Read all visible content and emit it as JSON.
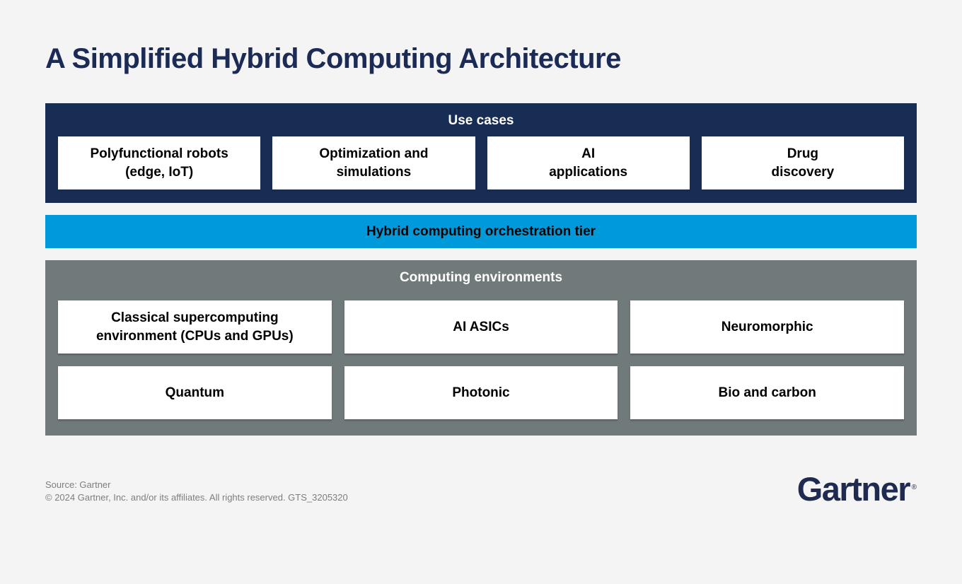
{
  "colors": {
    "background": "#F4F4F4",
    "navy_band": "#182D54",
    "blue_band": "#009ADB",
    "gray_band": "#717A7A",
    "box_bg": "#FFFFFF",
    "box_text": "#000000",
    "title_text": "#1B2B55",
    "band_header_text": "#FFFFFF",
    "footer_text": "#7B807F",
    "logo_navy": "#1E2A50"
  },
  "title": "A Simplified Hybrid Computing Architecture",
  "use_cases": {
    "header": "Use cases",
    "items": [
      "Polyfunctional robots\n(edge, IoT)",
      "Optimization and\nsimulations",
      "AI\napplications",
      "Drug\ndiscovery"
    ]
  },
  "orchestration_tier": {
    "label": "Hybrid computing orchestration tier"
  },
  "computing_environments": {
    "header": "Computing environments",
    "items": [
      "Classical supercomputing\nenvironment (CPUs and GPUs)",
      "AI ASICs",
      "Neuromorphic",
      "Quantum",
      "Photonic",
      "Bio and carbon"
    ]
  },
  "footer": {
    "source_line": "Source: Gartner",
    "copyright_line": "© 2024 Gartner, Inc. and/or its affiliates. All rights reserved. GTS_3205320",
    "logo_text": "Gartner",
    "logo_registered_mark": "®"
  }
}
